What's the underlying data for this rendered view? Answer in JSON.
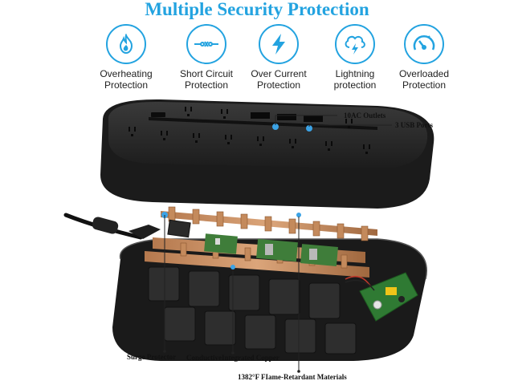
{
  "title": "Multiple Security Protection",
  "accent_color": "#23a3e0",
  "features": [
    {
      "icon": "flame-icon",
      "line1": "Overheating",
      "line2": "Protection"
    },
    {
      "icon": "short-circuit-icon",
      "line1": "Short Circuit",
      "line2": "Protection"
    },
    {
      "icon": "lightning-bolt-icon",
      "line1": "Over Current",
      "line2": "Protection"
    },
    {
      "icon": "cloud-lightning-icon",
      "line1": "Lightning",
      "line2": "protection"
    },
    {
      "icon": "gauge-icon",
      "line1": "Overloaded",
      "line2": "Protection"
    }
  ],
  "callouts": {
    "ac_outlets": "10AC Outlets",
    "usb_ports": "3 USB Ports",
    "surge_protector": "Surge Protector",
    "copper": "ConductiveIntegrated Copper",
    "flame_retardant": "1382°F FIame-Retardant Materials"
  }
}
